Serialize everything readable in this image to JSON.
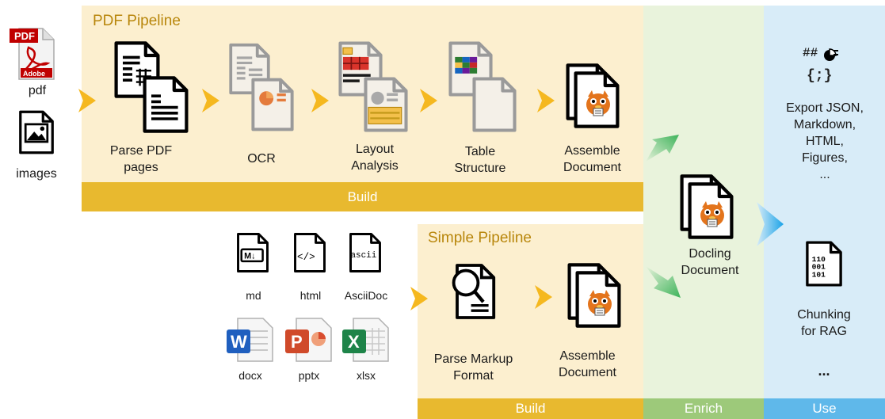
{
  "inputs": {
    "pdf_label": "pdf",
    "images_label": "images",
    "pdf_icon_text": "PDF",
    "adobe_text": "Adobe"
  },
  "pdf_pipeline": {
    "title": "PDF Pipeline",
    "bar_label": "Build",
    "steps": [
      "Parse PDF\npages",
      "OCR",
      "Layout\nAnalysis",
      "Table\nStructure",
      "Assemble\nDocument"
    ]
  },
  "simple_pipeline": {
    "title": "Simple Pipeline",
    "bar_label": "Build",
    "steps": [
      "Parse Markup\nFormat",
      "Assemble\nDocument"
    ]
  },
  "formats": {
    "md": "md",
    "html": "html",
    "asciidoc": "AsciiDoc",
    "docx": "docx",
    "pptx": "pptx",
    "xlsx": "xlsx",
    "md_icon": "M↓",
    "html_icon": "</>",
    "ascii_icon": "ascii"
  },
  "enrich": {
    "label": "Docling\nDocument",
    "bar_label": "Enrich"
  },
  "use": {
    "bar_label": "Use",
    "export_label": "Export JSON,\nMarkdown,\nHTML,\nFigures,\n...",
    "chunking_label": "Chunking\nfor RAG",
    "ellipsis": "...",
    "md_heading_glyph": "##",
    "json_glyph": "{;}",
    "binary_glyph": "110\n001\n101"
  },
  "colors": {
    "build_panel": "#fcefcf",
    "build_bar": "#e8b92f",
    "enrich_panel": "#e9f3dc",
    "enrich_bar": "#9dc97a",
    "use_panel": "#d8ecf8",
    "use_bar": "#5fb8ea",
    "arrow_orange": "#f5b81f"
  }
}
